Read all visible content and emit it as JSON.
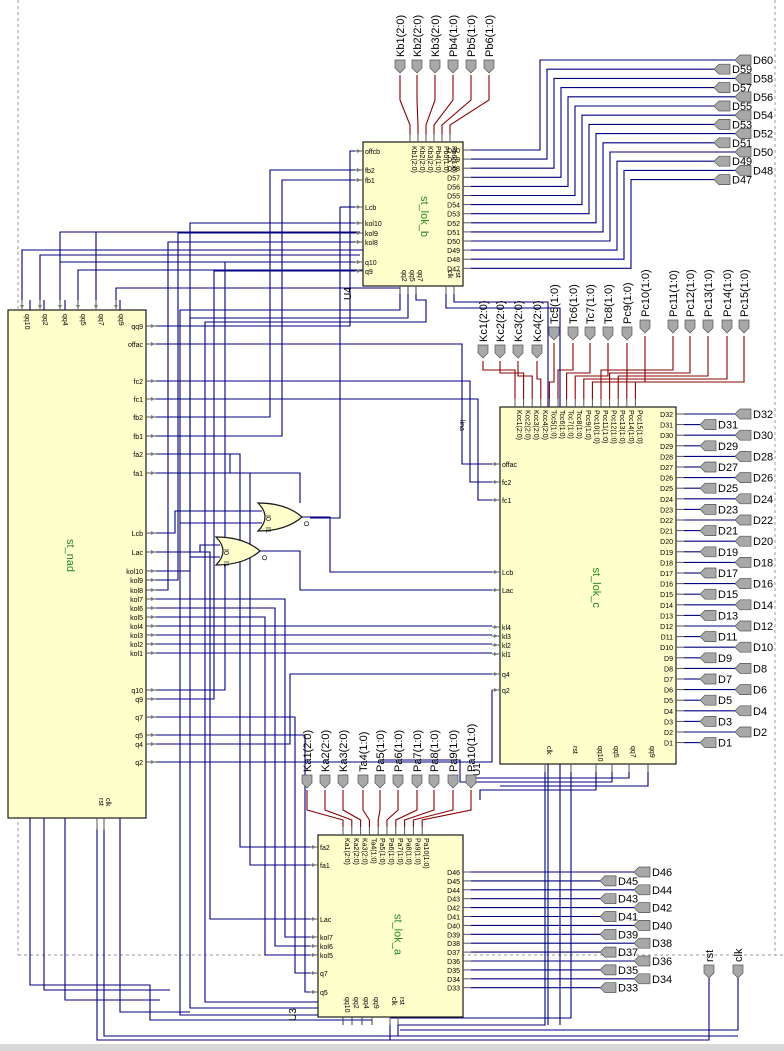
{
  "blocks": {
    "st_nad": {
      "title": "st_nad",
      "top_pins": [
        "qq10",
        "qq2",
        "qq4",
        "qq5",
        "qq7",
        "qq9"
      ],
      "right_pins": [
        "qq9",
        "offac",
        "fc2",
        "fc1",
        "fb2",
        "fb1",
        "fa2",
        "fa1",
        "Lcb",
        "Lac",
        "kol10",
        "kol9",
        "kol8",
        "kol7",
        "kol6",
        "kol5",
        "kol4",
        "kol3",
        "kol2",
        "kol1",
        "q10",
        "q9",
        "q7",
        "q5",
        "q4",
        "q2"
      ],
      "bottom_pins": [
        "rst",
        "clk"
      ]
    },
    "st_lok_b": {
      "title": "st_lok_b",
      "instance": "U4",
      "left_pins": [
        "offcb",
        "fb2",
        "fb1",
        "Lcb",
        "kol10",
        "kol9",
        "kol8",
        "q10",
        "q9"
      ],
      "top_pins": [
        "Kb1(2:0)",
        "Kb2(2:0)",
        "Kb3(2:0)",
        "Pb4(1:0)",
        "Pb5(1:0)",
        "Pb6(1:0)"
      ],
      "right_pins": [
        "D60",
        "D59",
        "D58",
        "D57",
        "D56",
        "D55",
        "D54",
        "D53",
        "D52",
        "D51",
        "D50",
        "D49",
        "D48",
        "D47"
      ],
      "bottom_pins": [
        "qq2",
        "qq5",
        "qq7",
        "clk",
        "rst"
      ]
    },
    "st_lok_c": {
      "title": "st_lok_c",
      "instance": "U1",
      "left_pins": [
        "offac",
        "fc2",
        "fc1",
        "Lcb",
        "Lac",
        "kl4",
        "kl3",
        "kl2",
        "kl1",
        "q4",
        "q2"
      ],
      "top_pins": [
        "Kcc1(2:0)",
        "Kcc2(2:0)",
        "Kcc3(2:0)",
        "Kcc4(2:0)",
        "Tcc5(1:0)",
        "Tcc6(1:0)",
        "Tcc7(1:0)",
        "Tcc8(1:0)",
        "Pcc9(1:0)",
        "Pcc10(1:0)",
        "Pcc11(1:0)",
        "Pcc12(1:0)",
        "Pcc13(1:0)",
        "Pcc14(1:0)",
        "Pcc15(1:0)"
      ],
      "right_pins": [
        "D32",
        "D31",
        "D30",
        "D29",
        "D28",
        "D27",
        "D26",
        "D25",
        "D24",
        "D23",
        "D22",
        "D21",
        "D20",
        "D19",
        "D18",
        "D17",
        "D16",
        "D15",
        "D14",
        "D13",
        "D12",
        "D11",
        "D10",
        "D9",
        "D8",
        "D7",
        "D6",
        "D5",
        "D4",
        "D3",
        "D2",
        "D1"
      ],
      "bottom_pins": [
        "clk",
        "rst",
        "qq10",
        "qq5",
        "qq7",
        "qq9"
      ]
    },
    "st_lok_a": {
      "title": "st_lok_a",
      "instance": "U3",
      "left_pins": [
        "fa2",
        "fa1",
        "Lac",
        "kol7",
        "kol6",
        "kol5",
        "q7",
        "q5"
      ],
      "top_pins": [
        "Ka1(2:0)",
        "Ka2(2:0)",
        "Ka3(2:0)",
        "Ta4(1:0)",
        "Pa5(1:0)",
        "Pa6(1:0)",
        "Pa7(1:0)",
        "Pa8(1:0)",
        "Pa9(1:0)",
        "Pa10(1:0)"
      ],
      "right_pins": [
        "D46",
        "D45",
        "D44",
        "D43",
        "D42",
        "D41",
        "D40",
        "D39",
        "D38",
        "D37",
        "D36",
        "D35",
        "D34",
        "D33"
      ],
      "bottom_pins": [
        "qq10",
        "qq2",
        "qq4",
        "qq9",
        "clk",
        "rst"
      ]
    }
  },
  "ports": {
    "b_top": [
      "Kb1(2:0)",
      "Kb2(2:0)",
      "Kb3(2:0)",
      "Pb4(1:0)",
      "Pb5(1:0)",
      "Pb6(1:0)"
    ],
    "c_top": [
      "Kc1(2:0)",
      "Kc2(2:0)",
      "Kc3(2:0)",
      "Kc4(2:0)",
      "Tc5(1:0)",
      "Tc6(1:0)",
      "Tc7(1:0)",
      "Tc8(1:0)",
      "Pc9(1:0)",
      "Pc10(1:0)",
      "Pc11(1:0)",
      "Pc12(1:0)",
      "Pc13(1:0)",
      "Pc14(1:0)",
      "Pc15(1:0)"
    ],
    "a_top": [
      "Ka1(2:0)",
      "Ka2(2:0)",
      "Ka3(2:0)",
      "Ta4(1:0)",
      "Pa5(1:0)",
      "Pa6(1:0)",
      "Pa7(1:0)",
      "Pa8(1:0)",
      "Pa9(1:0)",
      "Pa10(1:0)"
    ],
    "b_right": [
      "D60",
      "D59",
      "D58",
      "D57",
      "D56",
      "D55",
      "D54",
      "D53",
      "D52",
      "D51",
      "D50",
      "D49",
      "D48",
      "D47"
    ],
    "c_right": [
      "D32",
      "D31",
      "D30",
      "D29",
      "D28",
      "D27",
      "D26",
      "D25",
      "D24",
      "D23",
      "D22",
      "D21",
      "D20",
      "D19",
      "D18",
      "D17",
      "D16",
      "D15",
      "D14",
      "D13",
      "D12",
      "D11",
      "D10",
      "D9",
      "D8",
      "D7",
      "D6",
      "D5",
      "D4",
      "D3",
      "D2",
      "D1"
    ],
    "a_right": [
      "D46",
      "D45",
      "D44",
      "D43",
      "D42",
      "D41",
      "D40",
      "D39",
      "D38",
      "D37",
      "D36",
      "D35",
      "D34",
      "D33"
    ],
    "global": [
      "rst",
      "clk"
    ]
  },
  "gates": {
    "pin_labels": [
      "O",
      "I1",
      "I0"
    ],
    "net_label": "lina"
  },
  "colors": {
    "block_fill": "#ffffcc",
    "wire": "#000080",
    "input_wire": "#8b0000",
    "port_fill": "#a8a8a8",
    "block_title": "#228b22"
  }
}
